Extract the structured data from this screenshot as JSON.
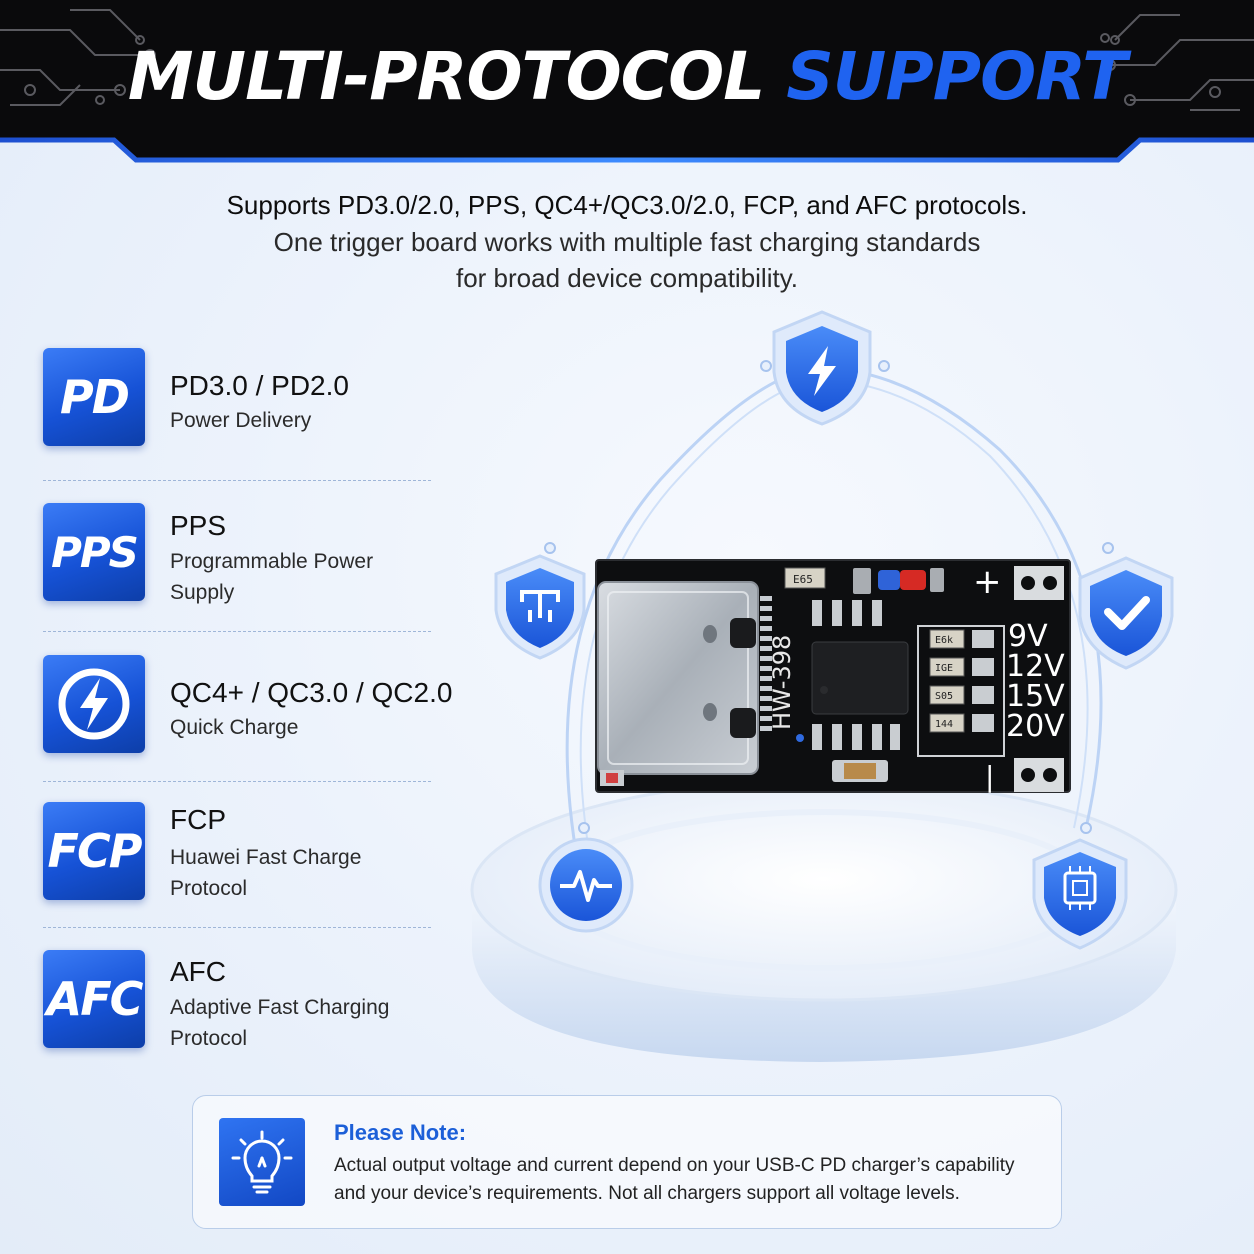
{
  "header": {
    "title_part1": "MULTI-PROTOCOL",
    "title_part2": "SUPPORT"
  },
  "intro": {
    "line1": "Supports PD3.0/2.0, PPS, QC4+/QC3.0/2.0, FCP, and AFC protocols.",
    "line2": "One trigger board works with multiple fast charging standards",
    "line3": "for broad device compatibility."
  },
  "protocols": [
    {
      "badge": "PD",
      "name": "PD3.0 / PD2.0",
      "desc": "Power Delivery"
    },
    {
      "badge": "PPS",
      "name": "PPS",
      "desc": "Programmable Power Supply"
    },
    {
      "badge": "",
      "icon": "lightning-circle-icon",
      "name": "QC4+ / QC3.0 / QC2.0",
      "desc": "Quick Charge"
    },
    {
      "badge": "FCP",
      "name": "FCP",
      "desc": "Huawei Fast Charge Protocol"
    },
    {
      "badge": "AFC",
      "name": "AFC",
      "desc": "Adaptive Fast Charging Protocol"
    }
  ],
  "board": {
    "model": "HW-398",
    "voltages": [
      "9V",
      "12V",
      "15V",
      "20V"
    ],
    "plus_sign": "+",
    "minus_sign": "|",
    "resistor_codes": [
      "E65",
      "E6k",
      "IGE",
      "S05",
      "144"
    ]
  },
  "graphic_icons": [
    "lightning-shield-icon",
    "circuit-shield-icon",
    "check-shield-icon",
    "pulse-icon",
    "chip-shield-icon"
  ],
  "note": {
    "icon": "lightbulb-icon",
    "heading": "Please Note:",
    "line1": "Actual output voltage and current depend on your USB-C PD charger’s capability",
    "line2": "and your device’s requirements. Not all chargers support all voltage levels."
  },
  "colors": {
    "accent": "#1f63f0",
    "header_bg": "#0a0a0c",
    "badge": "#1652d6"
  }
}
